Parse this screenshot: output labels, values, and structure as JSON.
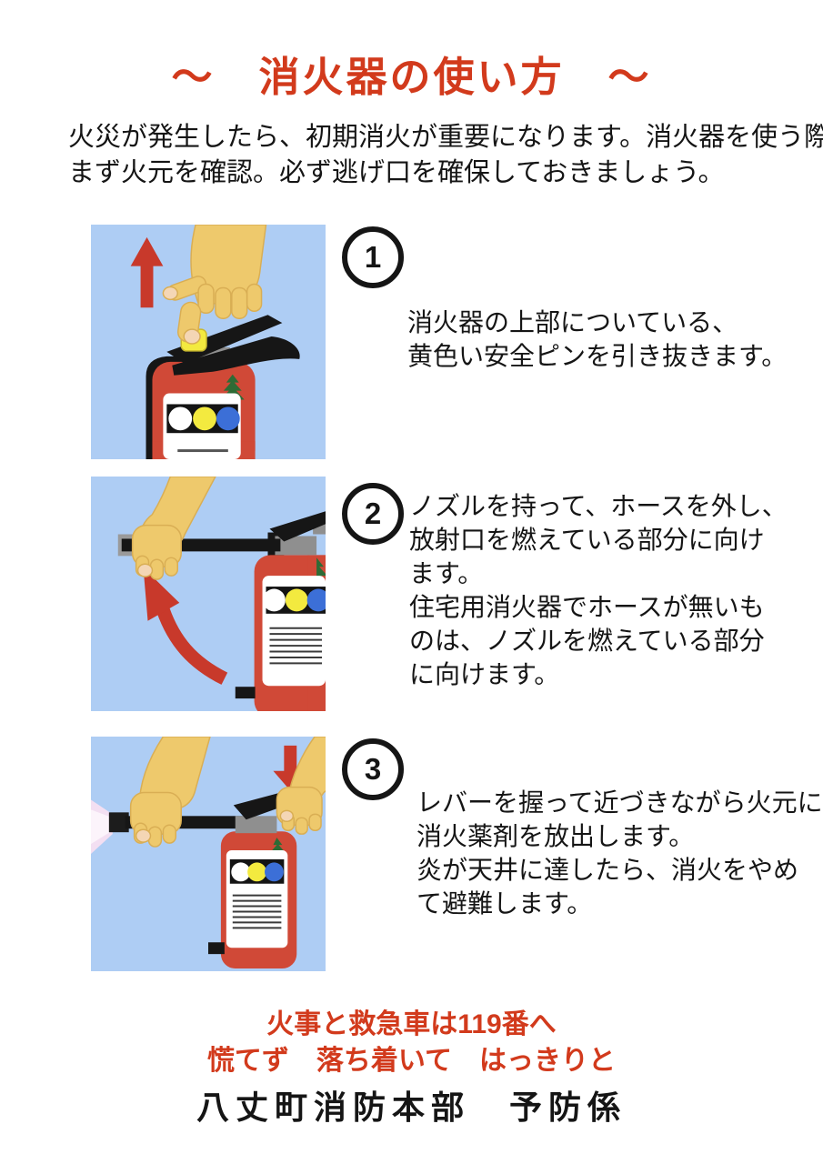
{
  "title": "～　消火器の使い方　～",
  "intro": {
    "line1": "火災が発生したら、初期消火が重要になります。消火器を使う際は、",
    "line2": "まず火元を確認。必ず逃げ口を確保しておきましょう。"
  },
  "steps": [
    {
      "number": "1",
      "illustration": "pull-yellow-safety-pin-from-top",
      "lines": [
        "消火器の上部についている、",
        "黄色い安全ピンを引き抜きます。"
      ]
    },
    {
      "number": "2",
      "illustration": "hold-nozzle-remove-hose-aim-at-fire",
      "lines": [
        "ノズルを持って、ホースを外し、",
        "放射口を燃えている部分に向け",
        "ます。",
        "住宅用消火器でホースが無いも",
        "のは、ノズルを燃えている部分",
        "に向けます。"
      ]
    },
    {
      "number": "3",
      "illustration": "squeeze-lever-discharge-agent",
      "lines": [
        "レバーを握って近づきながら火元に",
        "消火薬剤を放出します。",
        "炎が天井に達したら、消火をやめ",
        "て避難します。"
      ]
    }
  ],
  "footer": {
    "emergency_line1": "火事と救急車は119番へ",
    "emergency_line2": "慌てず　落ち着いて　はっきりと",
    "organization": "八丈町消防本部　予防係"
  },
  "colors": {
    "accent_red": "#d23a1c",
    "illustration_background": "#aecdf4",
    "extinguisher_red": "#d04937",
    "arrow_red": "#c8392b",
    "hand_skin": "#eec96c",
    "fingertip": "#f4d6b5",
    "pin_yellow": "#f3ea3f",
    "label_circle_yellow": "#f3ea3f",
    "label_circle_blue": "#3c6fd7",
    "emblem_green": "#2e6b35",
    "collar_gray": "#8f8f8f",
    "spray_pink": "#f3dff2"
  }
}
